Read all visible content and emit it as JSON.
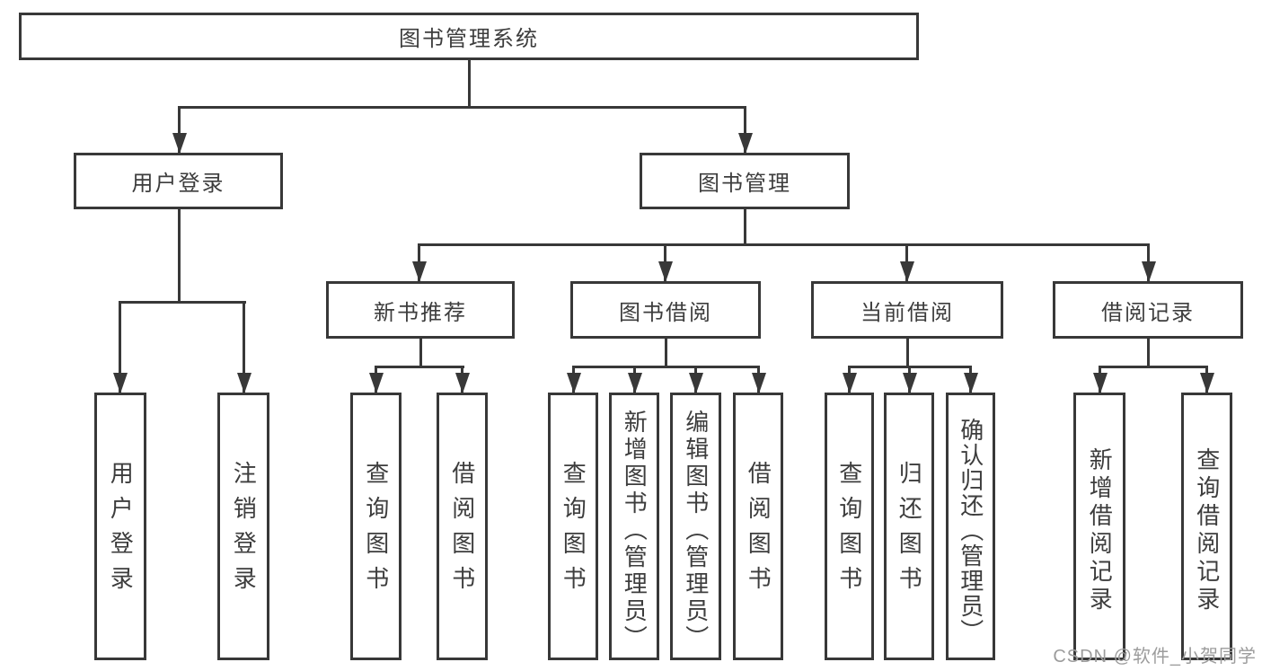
{
  "tree": {
    "root": "图书管理系统",
    "branches": [
      {
        "label": "用户登录",
        "children": [
          {
            "label": "用户登录"
          },
          {
            "label": "注销登录"
          }
        ]
      },
      {
        "label": "图书管理",
        "children": [
          {
            "label": "新书推荐",
            "children": [
              {
                "label": "查询图书"
              },
              {
                "label": "借阅图书"
              }
            ]
          },
          {
            "label": "图书借阅",
            "children": [
              {
                "label": "查询图书"
              },
              {
                "label": "新增图书（管理员）"
              },
              {
                "label": "编辑图书（管理员）"
              },
              {
                "label": "借阅图书"
              }
            ]
          },
          {
            "label": "当前借阅",
            "children": [
              {
                "label": "查询图书"
              },
              {
                "label": "归还图书"
              },
              {
                "label": "确认归还（管理员）"
              }
            ]
          },
          {
            "label": "借阅记录",
            "children": [
              {
                "label": "新增借阅记录"
              },
              {
                "label": "查询借阅记录"
              }
            ]
          }
        ]
      }
    ]
  },
  "watermark": "CSDN @软件_小贺同学",
  "colors": {
    "line": "#383838",
    "text": "#3d3d3d",
    "watermark": "#9c9c9c",
    "background": "#ffffff"
  }
}
